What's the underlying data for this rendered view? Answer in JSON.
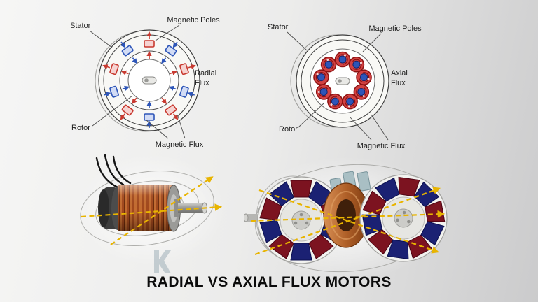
{
  "title": "RADIAL VS AXIAL FLUX MOTORS",
  "diagrams": {
    "radial": {
      "stator": "Stator",
      "magnetic_poles": "Magnetic Poles",
      "flux_line1": "Radial",
      "flux_line2": "Flux",
      "rotor": "Rotor",
      "magnetic_flux": "Magnetic Flux"
    },
    "axial": {
      "stator": "Stator",
      "magnetic_poles": "Magnetic Poles",
      "flux_line1": "Axial",
      "flux_line2": "Flux",
      "rotor": "Rotor",
      "magnetic_flux": "Magnetic Flux"
    }
  },
  "colors": {
    "pole_red": "#c8392f",
    "pole_blue": "#2d55b8",
    "flux_yellow": "#e8b400",
    "magnet_red": "#7c1320",
    "magnet_blue": "#1b2173",
    "copper": "#b5652f",
    "title_color": "#0c0c0c"
  }
}
